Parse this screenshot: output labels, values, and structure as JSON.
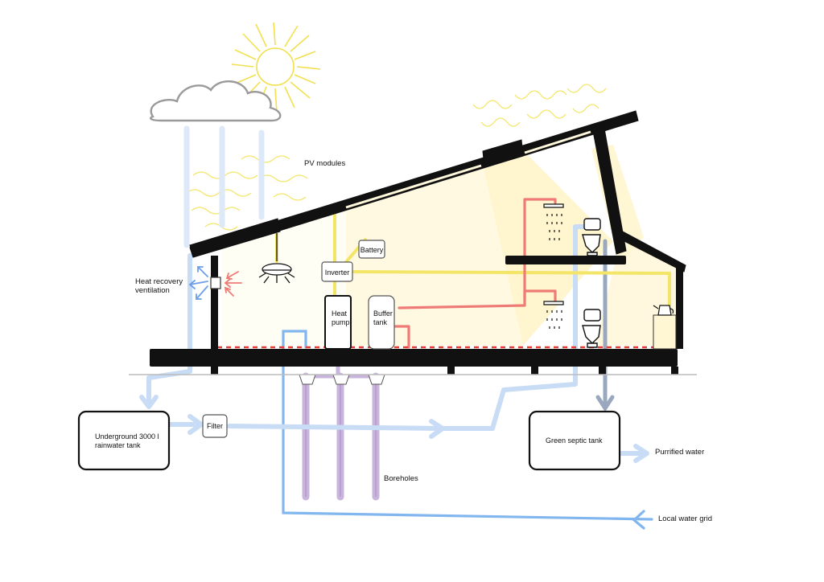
{
  "labels": {
    "pv_modules": "PV modules",
    "battery": "Battery",
    "inverter": "Inverter",
    "heat_recovery_1": "Heat recovery",
    "heat_recovery_2": "ventilation",
    "heat_pump_1": "Heat",
    "heat_pump_2": "pump",
    "buffer_tank_1": "Buffer",
    "buffer_tank_2": "tank",
    "rain_tank_1": "Underground 3000 l",
    "rain_tank_2": "rainwater tank",
    "filter": "Filter",
    "septic_tank": "Green septic tank",
    "purified_water": "Purrified water",
    "boreholes": "Boreholes",
    "water_grid": "Local water grid"
  },
  "colors": {
    "structure": "#111111",
    "solar_glow": "#fff3c4",
    "pv_yellow": "#f3e567",
    "heat_red": "#ee7b76",
    "cool_blue": "#6d9ee8",
    "rain_blue": "#b8d4f3",
    "grid_blue": "#82b6ee",
    "waste_grey": "#9aa8bf",
    "borehole_purple": "#c9b5dc",
    "cloud_grey": "#9a9a9a"
  },
  "icons": [
    "sun-icon",
    "cloud-icon",
    "lamp-icon",
    "shower-icon",
    "toilet-icon",
    "kettle-icon"
  ]
}
